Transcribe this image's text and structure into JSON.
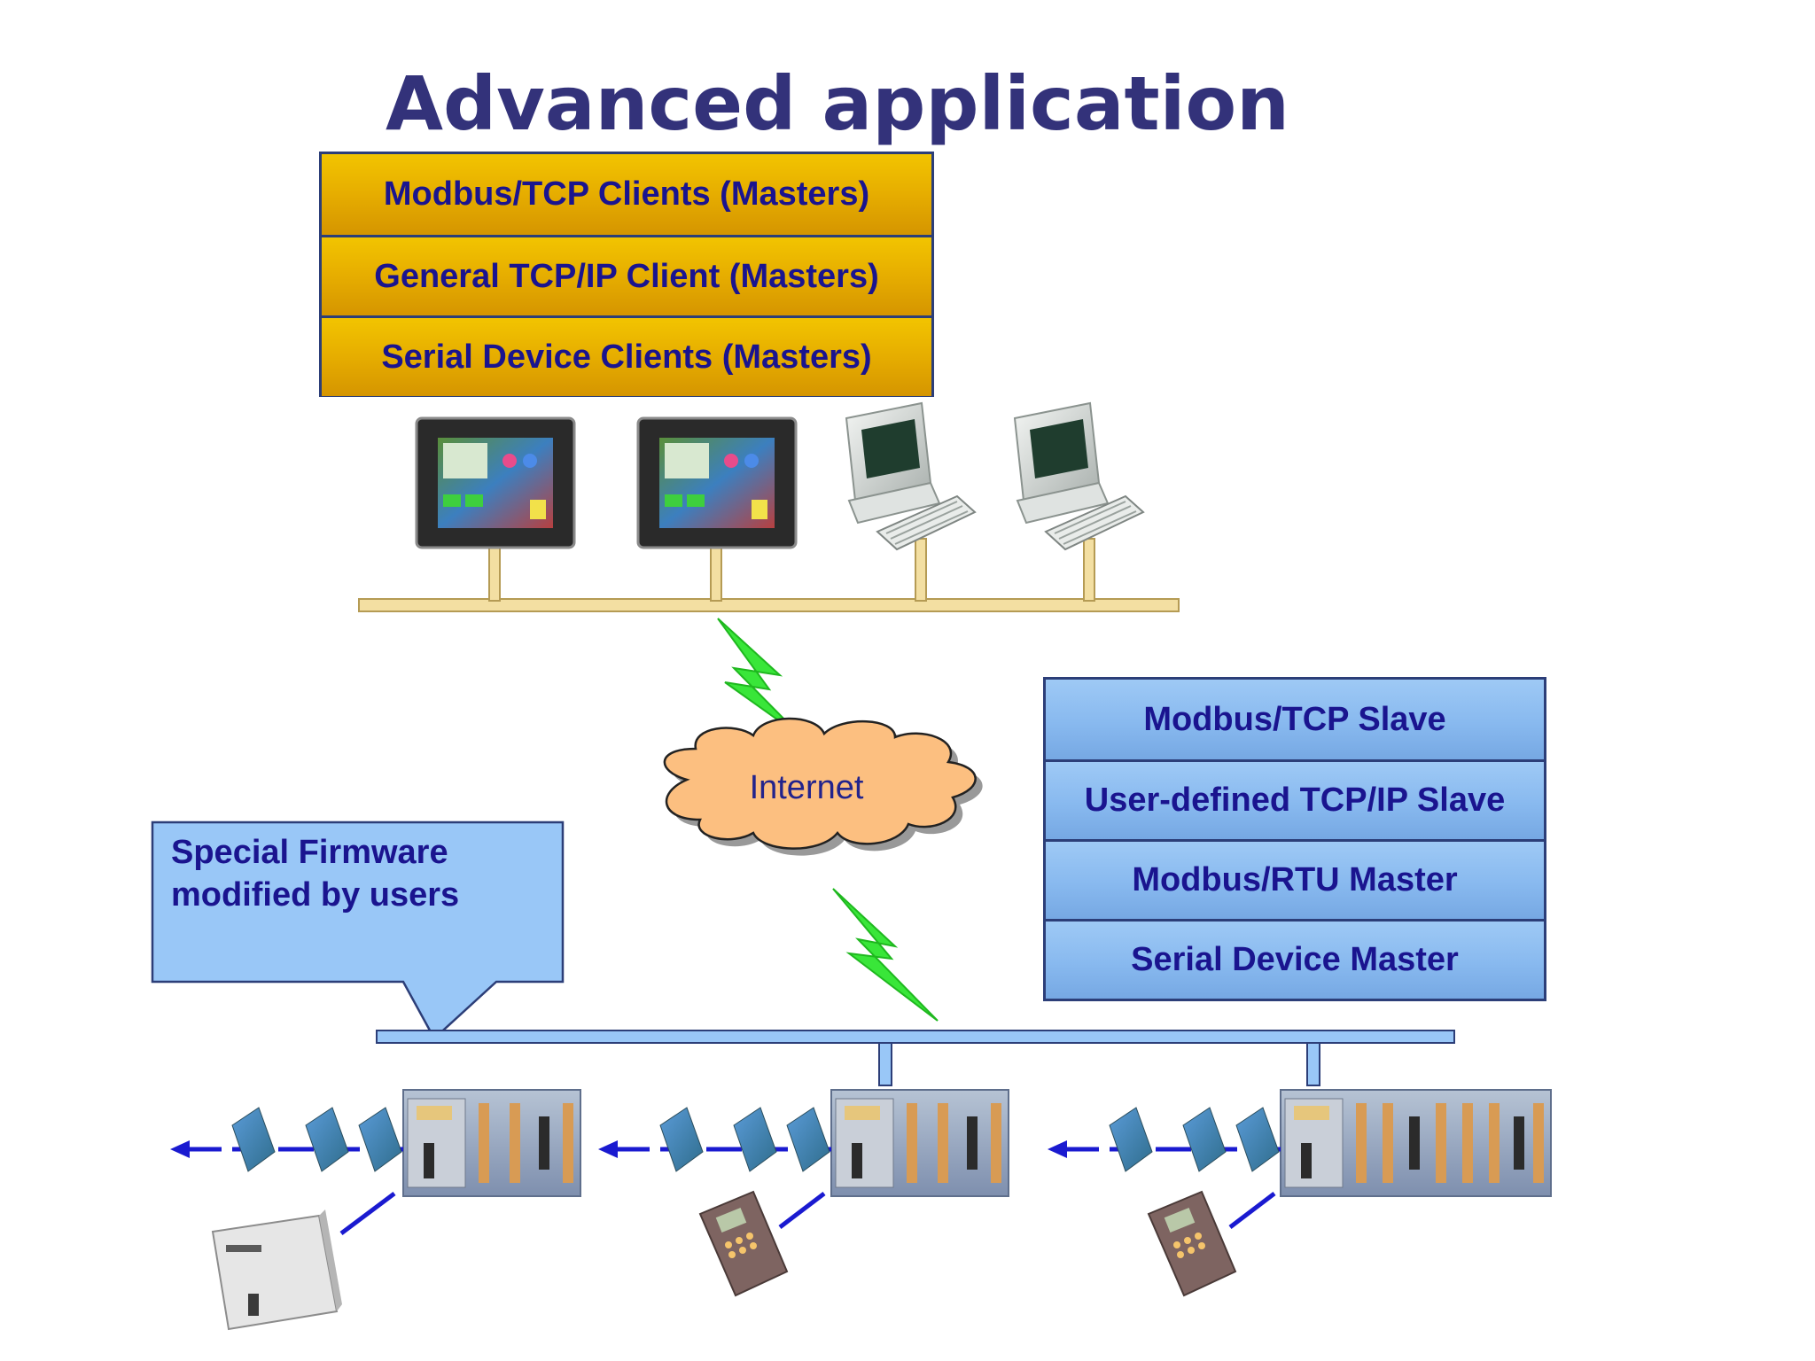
{
  "title": "Advanced application",
  "clients": {
    "rows": [
      "Modbus/TCP Clients (Masters)",
      "General TCP/IP Client (Masters)",
      "Serial Device Clients (Masters)"
    ]
  },
  "slaves": {
    "rows": [
      "Modbus/TCP Slave",
      "User-defined TCP/IP Slave",
      "Modbus/RTU Master",
      "Serial Device Master"
    ]
  },
  "internet": {
    "label": "Internet"
  },
  "callout": {
    "line1": "Special Firmware",
    "line2": "modified by users"
  },
  "colors": {
    "title": "#33327a",
    "text": "#1a148f",
    "client_box": "#e6ad00",
    "slave_box": "#88b9ef",
    "upper_bus": "#f3dfa2",
    "lower_bus": "#99c7f7",
    "lightning": "#39e639",
    "cloud": "#fcbf80",
    "arrow": "#1a1ad0"
  },
  "icons": [
    "touch-panel-icon",
    "desktop-pc-icon",
    "controller-rack-icon",
    "io-module-icon",
    "plc-icon",
    "rfid-reader-icon",
    "cloud-icon",
    "lightning-icon"
  ]
}
